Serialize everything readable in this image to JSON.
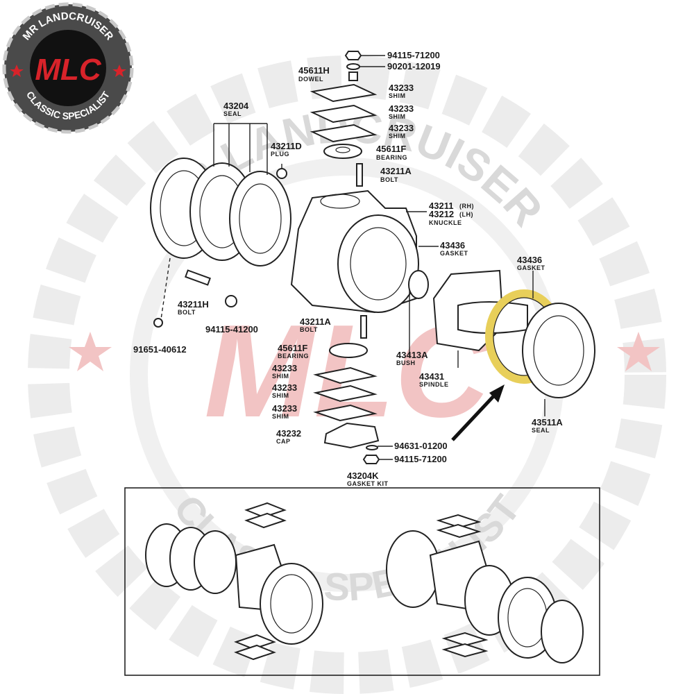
{
  "logo": {
    "top_text": "MR LANDCRUISER",
    "mark": "MLC",
    "bottom_text": "CLASSIC SPECIALIST",
    "colors": {
      "ring": "#4a4a4a",
      "inner": "#111111",
      "mark": "#d8232a",
      "star": "#d8232a"
    }
  },
  "watermark": {
    "top_text": "MR LANDCRUISER",
    "mark": "MLC",
    "bottom_text": "CLASSIC SPECIALIST",
    "colors": {
      "text": "#d9d9d9",
      "mark": "#f2c4c4",
      "star": "#f2c4c4"
    }
  },
  "highlight_color": "#e8cf5a",
  "parts": [
    {
      "id": "nut-94115-71200-top",
      "number": "94115-71200",
      "desc": ""
    },
    {
      "id": "washer-90201-12019",
      "number": "90201-12019",
      "desc": ""
    },
    {
      "id": "dowel-45611h",
      "number": "45611H",
      "desc": "DOWEL"
    },
    {
      "id": "shim-43233-a",
      "number": "43233",
      "desc": "SHIM"
    },
    {
      "id": "shim-43233-b",
      "number": "43233",
      "desc": "SHIM"
    },
    {
      "id": "shim-43233-c",
      "number": "43233",
      "desc": "SHIM"
    },
    {
      "id": "bearing-45611f-top",
      "number": "45611F",
      "desc": "BEARING"
    },
    {
      "id": "bolt-43211a-top",
      "number": "43211A",
      "desc": "BOLT"
    },
    {
      "id": "seal-43204",
      "number": "43204",
      "desc": "SEAL"
    },
    {
      "id": "plug-43211d",
      "number": "43211D",
      "desc": "PLUG"
    },
    {
      "id": "knuckle-43211",
      "number": "43211",
      "desc": "(RH)"
    },
    {
      "id": "knuckle-43212",
      "number": "43212",
      "desc": "(LH)"
    },
    {
      "id": "knuckle-label",
      "number": "",
      "desc": "KNUCKLE"
    },
    {
      "id": "gasket-43436-a",
      "number": "43436",
      "desc": "GASKET"
    },
    {
      "id": "gasket-43436-b",
      "number": "43436",
      "desc": "GASKET"
    },
    {
      "id": "bolt-43211h",
      "number": "43211H",
      "desc": "BOLT"
    },
    {
      "id": "nut-94115-41200",
      "number": "94115-41200",
      "desc": ""
    },
    {
      "id": "bolt-91651-40612",
      "number": "91651-40612",
      "desc": ""
    },
    {
      "id": "bolt-43211a-bottom",
      "number": "43211A",
      "desc": "BOLT"
    },
    {
      "id": "bearing-45611f-bottom",
      "number": "45611F",
      "desc": "BEARING"
    },
    {
      "id": "bush-43413a",
      "number": "43413A",
      "desc": "BUSH"
    },
    {
      "id": "spindle-43431",
      "number": "43431",
      "desc": "SPINDLE"
    },
    {
      "id": "seal-43511a",
      "number": "43511A",
      "desc": "SEAL"
    },
    {
      "id": "shim-43233-d",
      "number": "43233",
      "desc": "SHIM"
    },
    {
      "id": "shim-43233-e",
      "number": "43233",
      "desc": "SHIM"
    },
    {
      "id": "shim-43233-f",
      "number": "43233",
      "desc": "SHIM"
    },
    {
      "id": "cap-43232",
      "number": "43232",
      "desc": "CAP"
    },
    {
      "id": "washer-94631-01200",
      "number": "94631-01200",
      "desc": ""
    },
    {
      "id": "nut-94115-71200-bottom",
      "number": "94115-71200",
      "desc": ""
    }
  ],
  "kit": {
    "number": "43204K",
    "desc": "GASKET KIT"
  }
}
